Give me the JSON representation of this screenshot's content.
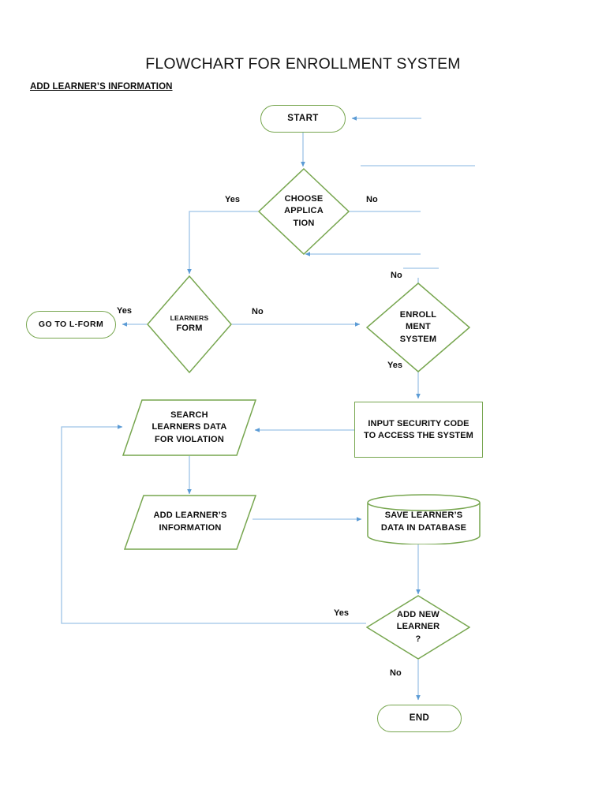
{
  "document": {
    "title": "FLOWCHART FOR ENROLLMENT SYSTEM",
    "section_label": "ADD LEARNER’S INFORMATION"
  },
  "colors": {
    "shape_border": "#77a64f",
    "connector": "#9dc3e6",
    "text": "#0d0d0d",
    "background": "#ffffff"
  },
  "flowchart": {
    "type": "flowchart",
    "orientation": "top-to-bottom",
    "nodes": [
      {
        "id": "start",
        "shape": "terminator",
        "label": "START"
      },
      {
        "id": "choose_app",
        "shape": "decision",
        "label_line1": "CHOOSE",
        "label_line2": "APPLICA",
        "label_line3": "TION"
      },
      {
        "id": "goto_lform",
        "shape": "terminator",
        "label": "GO TO L-FORM"
      },
      {
        "id": "learners_form",
        "shape": "decision",
        "label_small": "LEARNERS",
        "label_line2": "FORM"
      },
      {
        "id": "enroll_sys",
        "shape": "decision",
        "label_line1": "ENROLL",
        "label_line2": "MENT",
        "label_line3": "SYSTEM"
      },
      {
        "id": "search_viol",
        "shape": "input-output",
        "label_line1": "SEARCH",
        "label_line2": "LEARNERS DATA",
        "label_line3": "FOR VIOLATION"
      },
      {
        "id": "input_code",
        "shape": "process",
        "label_line1": "INPUT SECURITY CODE",
        "label_line2": "TO ACCESS THE SYSTEM"
      },
      {
        "id": "add_info",
        "shape": "input-output",
        "label_line1": "ADD LEARNER’S",
        "label_line2": "INFORMATION"
      },
      {
        "id": "save_db",
        "shape": "database",
        "label_line1": "SAVE LEARNER’S",
        "label_line2": "DATA IN DATABASE"
      },
      {
        "id": "add_new",
        "shape": "decision",
        "label_line1": "ADD NEW",
        "label_line2": "LEARNER",
        "label_line3": "?"
      },
      {
        "id": "end",
        "shape": "terminator",
        "label": "END"
      }
    ],
    "edge_labels": {
      "choose_app_yes": "Yes",
      "choose_app_no": "No",
      "learners_form_yes": "Yes",
      "learners_form_no": "No",
      "enroll_sys_no": "No",
      "enroll_sys_yes": "Yes",
      "add_new_yes": "Yes",
      "add_new_no": "No"
    },
    "edges": [
      {
        "from": "start",
        "to": "choose_app",
        "label": ""
      },
      {
        "from": "choose_app",
        "to": "learners_form",
        "label": "Yes"
      },
      {
        "from": "choose_app",
        "to": "",
        "label": "No"
      },
      {
        "from": "learners_form",
        "to": "goto_lform",
        "label": "Yes"
      },
      {
        "from": "learners_form",
        "to": "enroll_sys",
        "label": "No"
      },
      {
        "from": "enroll_sys",
        "to": "",
        "label": "No"
      },
      {
        "from": "enroll_sys",
        "to": "input_code",
        "label": "Yes"
      },
      {
        "from": "input_code",
        "to": "search_viol",
        "label": ""
      },
      {
        "from": "search_viol",
        "to": "add_info",
        "label": ""
      },
      {
        "from": "add_info",
        "to": "save_db",
        "label": ""
      },
      {
        "from": "save_db",
        "to": "add_new",
        "label": ""
      },
      {
        "from": "add_new",
        "to": "search_viol",
        "label": "Yes"
      },
      {
        "from": "add_new",
        "to": "end",
        "label": "No"
      }
    ]
  }
}
